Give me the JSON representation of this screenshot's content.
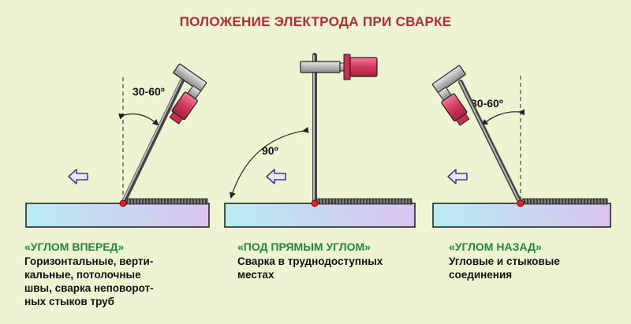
{
  "title": "ПОЛОЖЕНИЕ ЭЛЕКТРОДА ПРИ СВАРКЕ",
  "colors": {
    "title": "#b32c35",
    "caption_heading": "#1f8a3a",
    "background": "#eef3d2",
    "holder_grip": "#d23a5c",
    "arrow_stroke": "#4a3a8a",
    "weld_point": "#e8202a"
  },
  "panels": [
    {
      "angle_label": "30-60º",
      "caption_heading": "«УГЛОМ ВПЕРЕД»",
      "caption_lines": [
        "Горизонтальные, верти-",
        "кальные, потолочные",
        "швы, сварка неповорот-",
        "ных стыков труб"
      ]
    },
    {
      "angle_label": "90º",
      "caption_heading": "«ПОД ПРЯМЫМ УГЛОМ»",
      "caption_lines": [
        "Сварка в труднодоступных",
        "местах"
      ]
    },
    {
      "angle_label": "30-60º",
      "caption_heading": "«УГЛОМ НАЗАД»",
      "caption_lines": [
        "Угловые и стыковые",
        "соединения"
      ]
    }
  ]
}
